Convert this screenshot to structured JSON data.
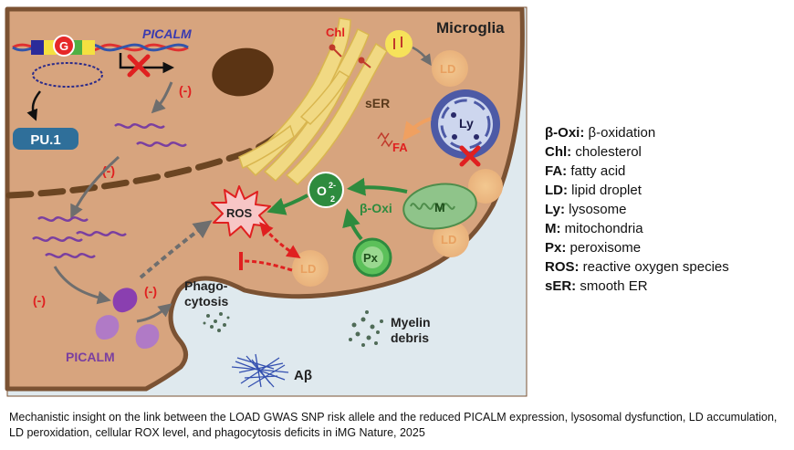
{
  "diagram": {
    "cell_label": "Microglia",
    "gene_label": "PICALM",
    "snp_label": "G",
    "tf_label": "PU.1",
    "protein_label": "PICALM",
    "inhibit_label": "(-)",
    "ser_label": "sER",
    "chl_label": "Chl",
    "ld_label": "LD",
    "ly_label": "Ly",
    "fa_label": "FA",
    "ros_label": "ROS",
    "o2_label": "O",
    "o2_sup": "2-",
    "o2_sub": "2",
    "beta_oxi_label": "β-Oxi",
    "m_label": "M",
    "px_label": "Px",
    "phago_label_1": "Phago-",
    "phago_label_2": "cytosis",
    "myelin_label_1": "Myelin",
    "myelin_label_2": "debris",
    "abeta_label": "Aβ"
  },
  "legend": [
    {
      "key": "β-Oxi:",
      "value": " β-oxidation"
    },
    {
      "key": "Chl:",
      "value": " cholesterol"
    },
    {
      "key": "FA:",
      "value": " fatty acid"
    },
    {
      "key": "LD:",
      "value": " lipid droplet"
    },
    {
      "key": "Ly:",
      "value": " lysosome"
    },
    {
      "key": "M:",
      "value": " mitochondria"
    },
    {
      "key": "Px:",
      "value": " peroxisome"
    },
    {
      "key": "ROS:",
      "value": " reactive oxygen species"
    },
    {
      "key": "sER:",
      "value": " smooth ER"
    }
  ],
  "caption": "Mechanistic insight on the link between the LOAD GWAS SNP risk allele and the reduced PICALM expression, lysosomal dysfunction, LD accumulation, LD peroxidation, cellular ROX level, and phagocytosis deficits in iMG Nature, 2025",
  "colors": {
    "cytoplasm": "#d7a47e",
    "outside": "#dfe9ee",
    "membrane": "#7b5233",
    "nucleus_envelope": "#6b4522",
    "inhibit_red": "#e02020",
    "er_yellow": "#f1d983",
    "mito_green": "#8fc48a",
    "arrow_green": "#2e8b3e",
    "lysosome_blue": "#4d5aa6",
    "pu1_blue": "#2f6f9a",
    "mrna_purple": "#7a3fa0",
    "picalm_purple": "#b07ac6"
  }
}
